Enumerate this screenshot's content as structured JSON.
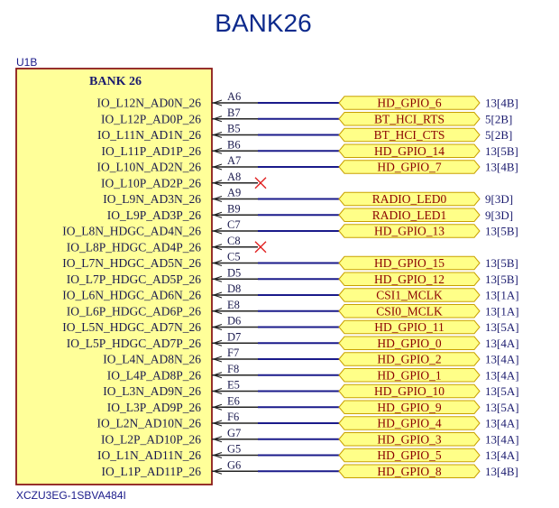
{
  "title": "BANK26",
  "component": {
    "designator": "U1B",
    "bank_label": "BANK 26",
    "part_number": "XCZU3EG-1SBVA484I"
  },
  "pins": [
    {
      "name": "IO_L12N_AD0N_26",
      "pin": "A6",
      "net": "HD_GPIO_6",
      "ref": "13[4B]"
    },
    {
      "name": "IO_L12P_AD0P_26",
      "pin": "B7",
      "net": "BT_HCI_RTS",
      "ref": "5[2B]"
    },
    {
      "name": "IO_L11N_AD1N_26",
      "pin": "B5",
      "net": "BT_HCI_CTS",
      "ref": "5[2B]"
    },
    {
      "name": "IO_L11P_AD1P_26",
      "pin": "B6",
      "net": "HD_GPIO_14",
      "ref": "13[5B]"
    },
    {
      "name": "IO_L10N_AD2N_26",
      "pin": "A7",
      "net": "HD_GPIO_7",
      "ref": "13[4B]"
    },
    {
      "name": "IO_L10P_AD2P_26",
      "pin": "A8",
      "net": null,
      "ref": null
    },
    {
      "name": "IO_L9N_AD3N_26",
      "pin": "A9",
      "net": "RADIO_LED0",
      "ref": "9[3D]"
    },
    {
      "name": "IO_L9P_AD3P_26",
      "pin": "B9",
      "net": "RADIO_LED1",
      "ref": "9[3D]"
    },
    {
      "name": "IO_L8N_HDGC_AD4N_26",
      "pin": "C7",
      "net": "HD_GPIO_13",
      "ref": "13[5B]"
    },
    {
      "name": "IO_L8P_HDGC_AD4P_26",
      "pin": "C8",
      "net": null,
      "ref": null
    },
    {
      "name": "IO_L7N_HDGC_AD5N_26",
      "pin": "C5",
      "net": "HD_GPIO_15",
      "ref": "13[5B]"
    },
    {
      "name": "IO_L7P_HDGC_AD5P_26",
      "pin": "D5",
      "net": "HD_GPIO_12",
      "ref": "13[5B]"
    },
    {
      "name": "IO_L6N_HDGC_AD6N_26",
      "pin": "D8",
      "net": "CSI1_MCLK",
      "ref": "13[1A]"
    },
    {
      "name": "IO_L6P_HDGC_AD6P_26",
      "pin": "E8",
      "net": "CSI0_MCLK",
      "ref": "13[1A]"
    },
    {
      "name": "IO_L5N_HDGC_AD7N_26",
      "pin": "D6",
      "net": "HD_GPIO_11",
      "ref": "13[5A]"
    },
    {
      "name": "IO_L5P_HDGC_AD7P_26",
      "pin": "D7",
      "net": "HD_GPIO_0",
      "ref": "13[4A]"
    },
    {
      "name": "IO_L4N_AD8N_26",
      "pin": "F7",
      "net": "HD_GPIO_2",
      "ref": "13[4A]"
    },
    {
      "name": "IO_L4P_AD8P_26",
      "pin": "F8",
      "net": "HD_GPIO_1",
      "ref": "13[4A]"
    },
    {
      "name": "IO_L3N_AD9N_26",
      "pin": "E5",
      "net": "HD_GPIO_10",
      "ref": "13[5A]"
    },
    {
      "name": "IO_L3P_AD9P_26",
      "pin": "E6",
      "net": "HD_GPIO_9",
      "ref": "13[5A]"
    },
    {
      "name": "IO_L2N_AD10N_26",
      "pin": "F6",
      "net": "HD_GPIO_4",
      "ref": "13[4A]"
    },
    {
      "name": "IO_L2P_AD10P_26",
      "pin": "G7",
      "net": "HD_GPIO_3",
      "ref": "13[4A]"
    },
    {
      "name": "IO_L1N_AD11N_26",
      "pin": "G5",
      "net": "HD_GPIO_5",
      "ref": "13[4A]"
    },
    {
      "name": "IO_L1P_AD11P_26",
      "pin": "G6",
      "net": "HD_GPIO_8",
      "ref": "13[4B]"
    }
  ],
  "colors": {
    "title": "#0d2a8c",
    "component_fill": "#ffff99",
    "component_border": "#8b1a1a",
    "wire": "#1a1a8a",
    "net_label_fill": "#ffff88",
    "net_label_border": "#c8a000",
    "net_text": "#8b0000",
    "no_connect": "#e02020"
  }
}
